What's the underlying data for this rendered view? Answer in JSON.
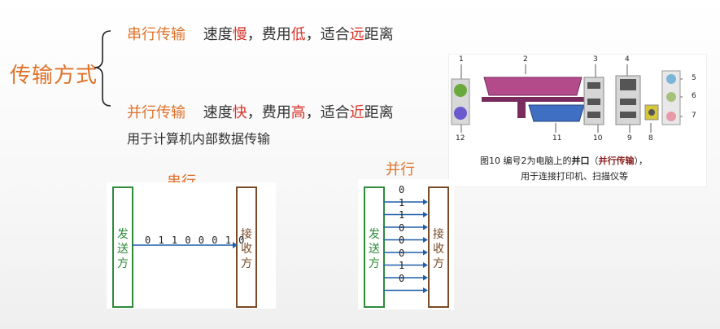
{
  "main_title": "传输方式",
  "serial_line": {
    "label": "串行传输",
    "p1": "速度",
    "p2": "慢",
    "p3": "，费用",
    "p4": "低",
    "p5": "，适合",
    "p6": "远",
    "p7": "距离"
  },
  "parallel_line": {
    "label": "并行传输",
    "p1": "速度",
    "p2": "快",
    "p3": "，费用",
    "p4": "高",
    "p5": "，适合",
    "p6": "近",
    "p7": "距离"
  },
  "parallel_note": "用于计算机内部数据传输",
  "photo": {
    "numbers": [
      "1",
      "2",
      "3",
      "4",
      "5",
      "6",
      "7",
      "8",
      "9",
      "10",
      "11",
      "12"
    ],
    "caption_a": "图10  编号2为电脑上的",
    "caption_b": "并口",
    "caption_c": "（",
    "caption_d": "并行传输",
    "caption_e": "），",
    "caption_line2": "用于连接打印机、扫描仪等"
  },
  "serial_diagram": {
    "title": "串行",
    "sender": [
      "发",
      "送",
      "方"
    ],
    "receiver": [
      "接",
      "收",
      "方"
    ],
    "bits": "0 1 1 0 0 0 1 0"
  },
  "parallel_diagram": {
    "title": "并行",
    "sender": [
      "发",
      "送",
      "方"
    ],
    "receiver": [
      "接",
      "收",
      "方"
    ],
    "bits": [
      "0",
      "1",
      "1",
      "0",
      "0",
      "0",
      "1",
      "0"
    ]
  },
  "colors": {
    "accent": "#e0722a",
    "highlight": "#d8342a",
    "sender_border": "#2e8b3a",
    "receiver_border": "#7a4a26",
    "arrow": "#1f5fa8"
  }
}
